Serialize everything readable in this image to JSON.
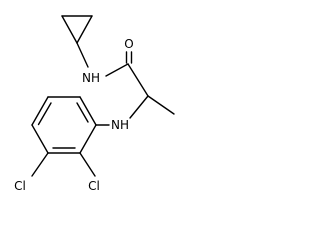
{
  "molecule": {
    "atoms": {
      "oxygen": "O",
      "amide_nh": "NH",
      "amine_nh": "NH",
      "chlorine_1": "Cl",
      "chlorine_2": "Cl"
    },
    "colors": {
      "bond": "#000000",
      "label": "#000000",
      "background": "#ffffff"
    }
  }
}
